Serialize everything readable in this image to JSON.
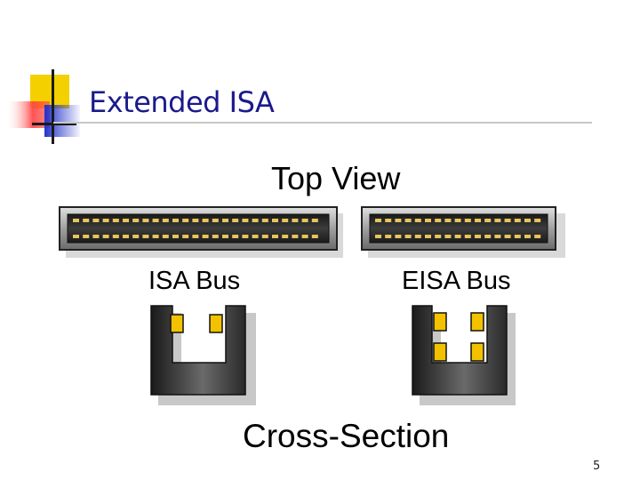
{
  "slide": {
    "title": "Extended ISA",
    "page_number": "5"
  },
  "diagram": {
    "top_view_label": "Top View",
    "isa_label": "ISA Bus",
    "eisa_label": "EISA Bus",
    "cross_section_label": "Cross-Section"
  },
  "colors": {
    "title": "#1a1a8c",
    "logo_yellow": "#f5d000",
    "logo_red": "#ff5050",
    "logo_blue": "#2233cc",
    "contact_gold": "#f2c200",
    "connector_dark": "#2a2a2a"
  }
}
